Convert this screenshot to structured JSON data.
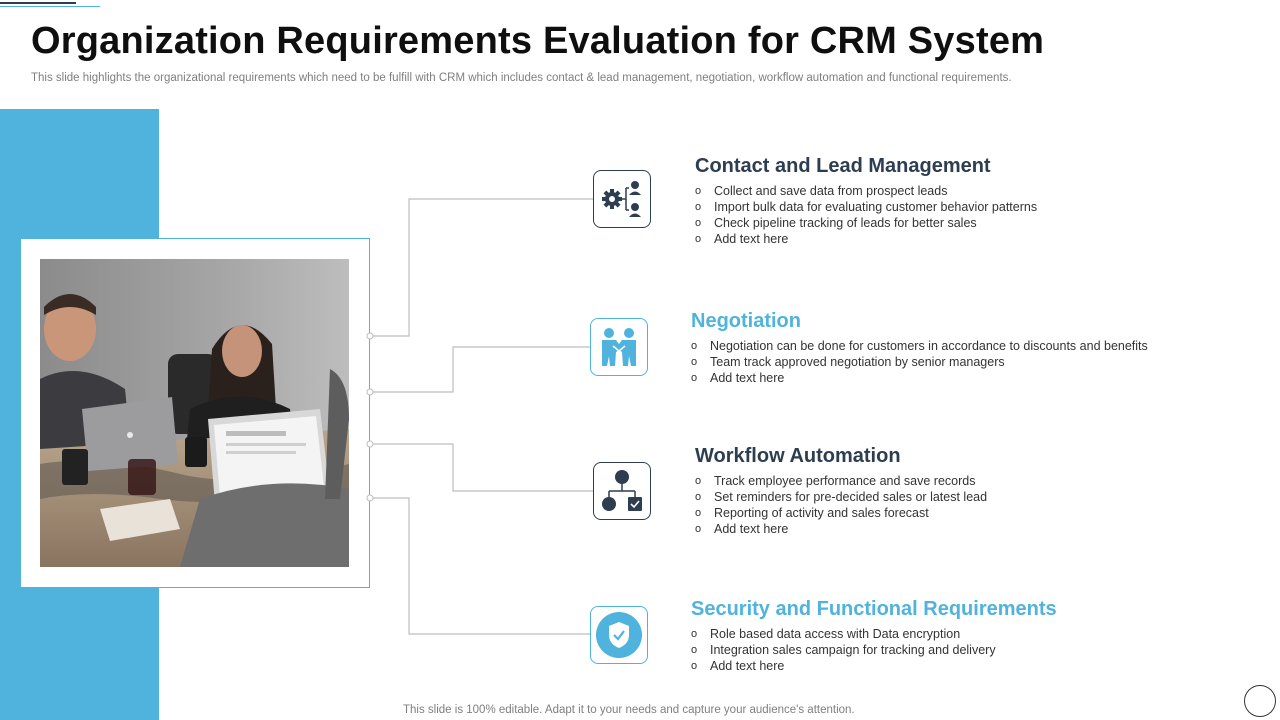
{
  "slide": {
    "title": "Organization Requirements Evaluation for CRM System",
    "subtitle": "This slide highlights the organizational requirements which need to be fulfill with CRM which includes contact & lead management, negotiation, workflow automation and functional requirements.",
    "footer": "This slide is 100% editable. Adapt it to your needs and capture your audience's attention."
  },
  "colors": {
    "accent_blue": "#4fb3dd",
    "dark_navy": "#2c3e50"
  },
  "photo": {
    "description_icon": "meeting-photo"
  },
  "sections": [
    {
      "title": "Contact and Lead Management",
      "icon": "gear-people-icon",
      "items": [
        "Collect and save  data from prospect leads",
        "Import  bulk data for evaluating  customer behavior  patterns",
        "Check pipeline  tracking of leads for better sales",
        "Add text here"
      ]
    },
    {
      "title": "Negotiation",
      "icon": "handshake-icon",
      "items": [
        "Negotiation  can be done for customers in accordance to discounts and benefits",
        "Team track approved  negotiation by senior managers",
        "Add text here"
      ]
    },
    {
      "title": "Workflow Automation",
      "icon": "flowchart-icon",
      "items": [
        "Track  employee performance  and save records",
        "Set reminders for pre-decided  sales or latest lead",
        "Reporting  of activity and sales forecast",
        "Add text here"
      ]
    },
    {
      "title": "Security and Functional Requirements",
      "icon": "shield-check-icon",
      "items": [
        "Role based data access with Data encryption",
        "Integration  sales campaign for tracking and delivery",
        "Add text here"
      ]
    }
  ],
  "bullet_glyph": "o"
}
